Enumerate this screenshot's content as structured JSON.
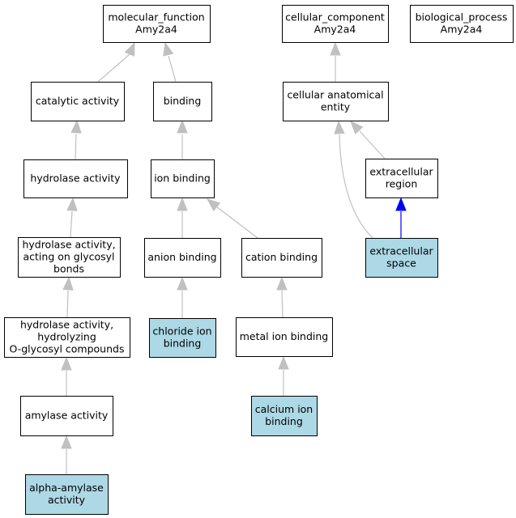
{
  "colors": {
    "highlight_fill": "#add8e6",
    "default_fill": "#ffffff",
    "border": "#000000",
    "edge_gray": "#c0c0c0",
    "edge_blue": "#0000ff"
  },
  "nodes": {
    "mf_root": {
      "lines": [
        "molecular_function",
        "Amy2a4"
      ],
      "highlight": false
    },
    "cc_root": {
      "lines": [
        "cellular_component",
        "Amy2a4"
      ],
      "highlight": false
    },
    "bp_root": {
      "lines": [
        "biological_process",
        "Amy2a4"
      ],
      "highlight": false
    },
    "catalytic": {
      "lines": [
        "catalytic activity"
      ],
      "highlight": false
    },
    "binding": {
      "lines": [
        "binding"
      ],
      "highlight": false
    },
    "cae": {
      "lines": [
        "cellular anatomical",
        "entity"
      ],
      "highlight": false
    },
    "hydrolase": {
      "lines": [
        "hydrolase activity"
      ],
      "highlight": false
    },
    "ion_binding": {
      "lines": [
        "ion binding"
      ],
      "highlight": false
    },
    "ext_region": {
      "lines": [
        "extracellular",
        "region"
      ],
      "highlight": false
    },
    "hydro_glyco": {
      "lines": [
        "hydrolase activity,",
        "acting on glycosyl",
        "bonds"
      ],
      "highlight": false
    },
    "anion": {
      "lines": [
        "anion binding"
      ],
      "highlight": false
    },
    "cation": {
      "lines": [
        "cation binding"
      ],
      "highlight": false
    },
    "ext_space": {
      "lines": [
        "extracellular",
        "space"
      ],
      "highlight": true
    },
    "hydro_oglyco": {
      "lines": [
        "hydrolase activity,",
        "hydrolyzing",
        "O-glycosyl compounds"
      ],
      "highlight": false
    },
    "chloride": {
      "lines": [
        "chloride ion",
        "binding"
      ],
      "highlight": true
    },
    "metal": {
      "lines": [
        "metal ion binding"
      ],
      "highlight": false
    },
    "amylase": {
      "lines": [
        "amylase activity"
      ],
      "highlight": false
    },
    "calcium": {
      "lines": [
        "calcium ion",
        "binding"
      ],
      "highlight": true
    },
    "alpha": {
      "lines": [
        "alpha-amylase",
        "activity"
      ],
      "highlight": true
    }
  },
  "edges": [
    {
      "from": "catalytic",
      "to": "mf_root",
      "style": "gray"
    },
    {
      "from": "binding",
      "to": "mf_root",
      "style": "gray"
    },
    {
      "from": "hydrolase",
      "to": "catalytic",
      "style": "gray"
    },
    {
      "from": "ion_binding",
      "to": "binding",
      "style": "gray"
    },
    {
      "from": "cae",
      "to": "cc_root",
      "style": "gray"
    },
    {
      "from": "ext_region",
      "to": "cae",
      "style": "gray"
    },
    {
      "from": "ext_space",
      "to": "cae",
      "style": "gray"
    },
    {
      "from": "ext_space",
      "to": "ext_region",
      "style": "blue"
    },
    {
      "from": "hydro_glyco",
      "to": "hydrolase",
      "style": "gray"
    },
    {
      "from": "anion",
      "to": "ion_binding",
      "style": "gray"
    },
    {
      "from": "cation",
      "to": "ion_binding",
      "style": "gray"
    },
    {
      "from": "hydro_oglyco",
      "to": "hydro_glyco",
      "style": "gray"
    },
    {
      "from": "chloride",
      "to": "anion",
      "style": "gray"
    },
    {
      "from": "metal",
      "to": "cation",
      "style": "gray"
    },
    {
      "from": "amylase",
      "to": "hydro_oglyco",
      "style": "gray"
    },
    {
      "from": "calcium",
      "to": "metal",
      "style": "gray"
    },
    {
      "from": "alpha",
      "to": "amylase",
      "style": "gray"
    }
  ]
}
